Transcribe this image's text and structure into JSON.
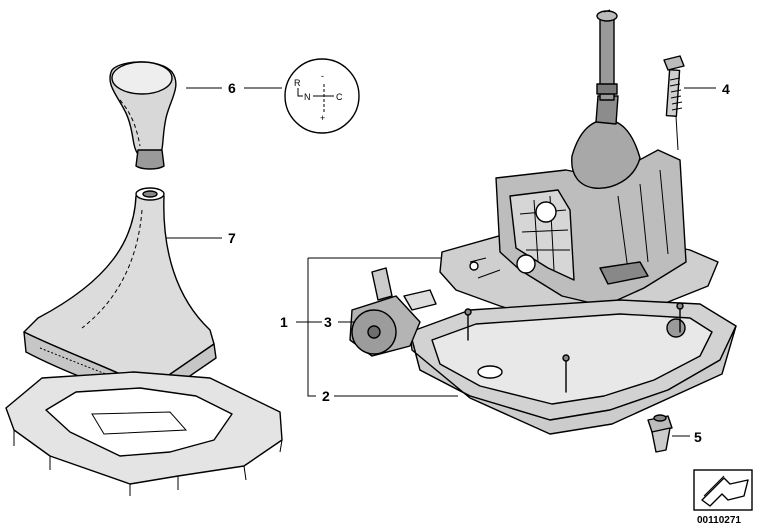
{
  "diagram": {
    "callouts": {
      "c1": "1",
      "c2": "2",
      "c3": "3",
      "c4": "4",
      "c5": "5",
      "c6": "6",
      "c7": "7"
    },
    "shift_symbol": {
      "r": "R",
      "n": "N",
      "c": "C",
      "minus": "-",
      "plus": "+"
    },
    "reference_number": "00110271"
  }
}
